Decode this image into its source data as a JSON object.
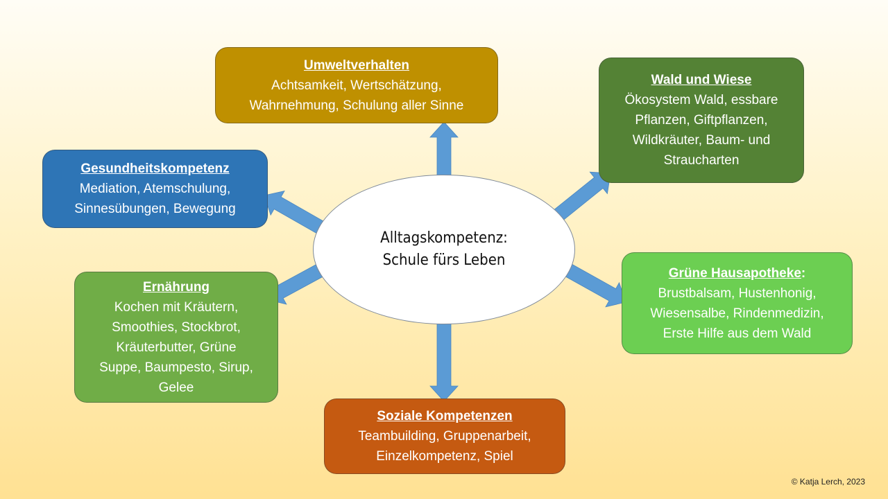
{
  "center": {
    "line1": "Alltagskompetenz:",
    "line2": "Schule fürs Leben"
  },
  "boxes": {
    "umwelt": {
      "title": "Umweltverhalten",
      "lines": [
        "Achtsamkeit, Wertschätzung,",
        "Wahrnehmung, Schulung aller Sinne"
      ],
      "color": "#bf9000"
    },
    "wald": {
      "title": "Wald und Wiese",
      "lines": [
        "Ökosystem Wald, essbare",
        "Pflanzen, Giftpflanzen,",
        "Wildkräuter, Baum- und",
        "Straucharten"
      ],
      "color": "#548235"
    },
    "gesundheit": {
      "title": "Gesundheitskompetenz",
      "lines": [
        "Mediation, Atemschulung,",
        "Sinnesübungen, Bewegung"
      ],
      "color": "#2e75b6"
    },
    "apotheke": {
      "title": "Grüne Hausapotheke",
      "title_suffix": ":",
      "lines": [
        "Brustbalsam, Hustenhonig,",
        "Wiesensalbe, Rindenmedizin,",
        "Erste Hilfe aus dem Wald"
      ],
      "color": "#6ccf52"
    },
    "ernaehrung": {
      "title": "Ernährung",
      "lines": [
        "Kochen mit Kräutern,",
        "Smoothies, Stockbrot,",
        "Kräuterbutter, Grüne",
        "Suppe, Baumpesto, Sirup,",
        "Gelee"
      ],
      "color": "#70ad47"
    },
    "sozial": {
      "title": "Soziale Kompetenzen",
      "lines": [
        "Teambuilding, Gruppenarbeit,",
        "Einzelkompetenz, Spiel"
      ],
      "color": "#c55a11"
    }
  },
  "arrow_color": "#5b9bd5",
  "copyright": "© Katja Lerch, 2023"
}
